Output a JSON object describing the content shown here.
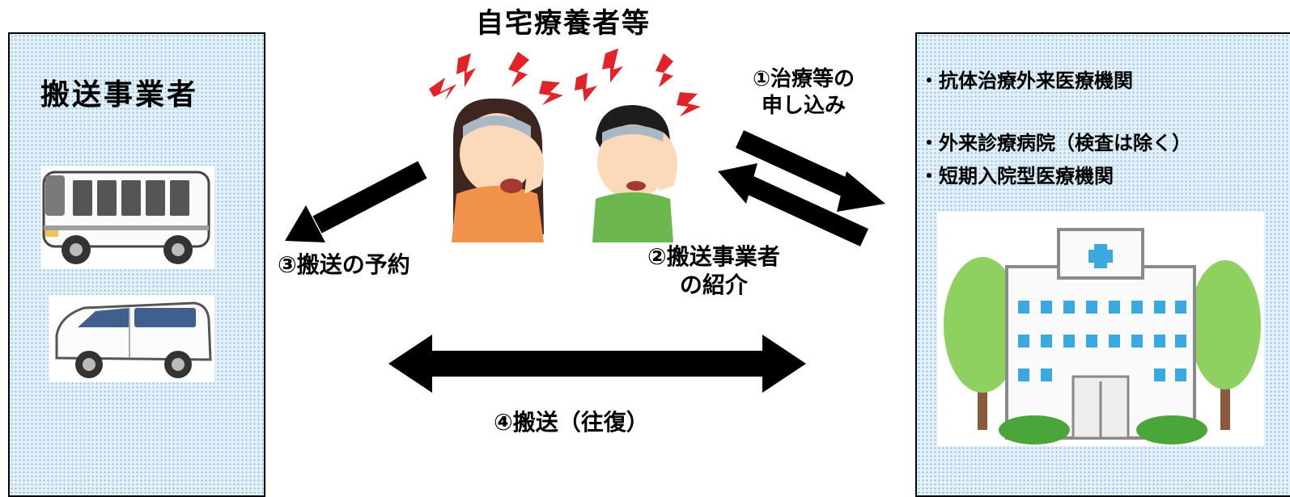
{
  "carrier_panel": {
    "title": "搬送事業者"
  },
  "patients": {
    "title": "自宅療養者等"
  },
  "facility_panel": {
    "items": [
      "・抗体治療外来医療機関",
      "・外来診療病院（検査は除く）",
      "・短期入院型医療機関"
    ]
  },
  "steps": {
    "step1": {
      "line1": "①治療等の",
      "line2": "申し込み"
    },
    "step2": {
      "line1": "②搬送事業者",
      "line2": "の紹介"
    },
    "step3": "③搬送の予約",
    "step4": "④搬送（往復）"
  },
  "colors": {
    "panel_bg": "#e2f0fa",
    "arrow": "#000000",
    "woman_shirt": "#f0924a",
    "man_shirt": "#6cb84e",
    "stress_marks": "#e0242a",
    "hospital_cross": "#39a9e0",
    "tree_green": "#8ed160"
  },
  "icons": [
    "bus-icon",
    "van-icon",
    "hospital-icon",
    "woman-headache-icon",
    "man-headache-icon"
  ]
}
